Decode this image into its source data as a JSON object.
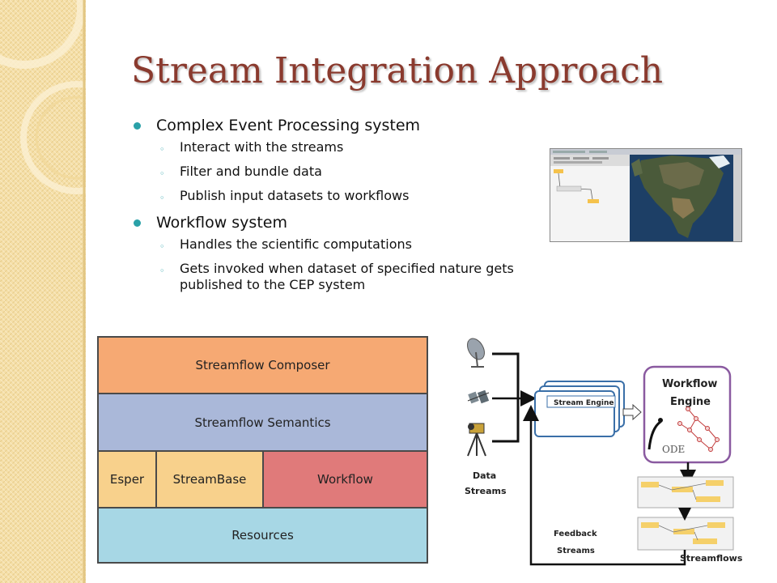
{
  "slide": {
    "title": "Stream Integration Approach",
    "bullets": [
      {
        "text": "Complex Event Processing system",
        "sub": [
          "Interact with the streams",
          "Filter and bundle data",
          "Publish input datasets to workflows"
        ]
      },
      {
        "text": "Workflow system",
        "sub": [
          "Handles the scientific computations",
          "Gets invoked when dataset of specified nature gets published to the CEP system"
        ]
      }
    ]
  },
  "stack": {
    "composer": "Streamflow Composer",
    "semantics": "Streamflow Semantics",
    "esper": "Esper",
    "streambase": "StreamBase",
    "workflow": "Workflow",
    "resources": "Resources",
    "colors": {
      "composer": "#f6a973",
      "semantics": "#aab8d9",
      "esper": "#f8d18c",
      "streambase": "#f8d18c",
      "workflow": "#e07a7a",
      "resources": "#a7d7e5"
    }
  },
  "diagram": {
    "stream_engine": "Stream Engine",
    "workflow_engine_line1": "Workflow",
    "workflow_engine_line2": "Engine",
    "data_streams_line1": "Data",
    "data_streams_line2": "Streams",
    "feedback_line1": "Feedback",
    "feedback_line2": "Streams",
    "streamflows": "Streamflows",
    "ode_logo": "ODE",
    "icons": [
      "satellite-dish-icon",
      "sensor-array-icon",
      "surveying-instrument-icon"
    ]
  }
}
